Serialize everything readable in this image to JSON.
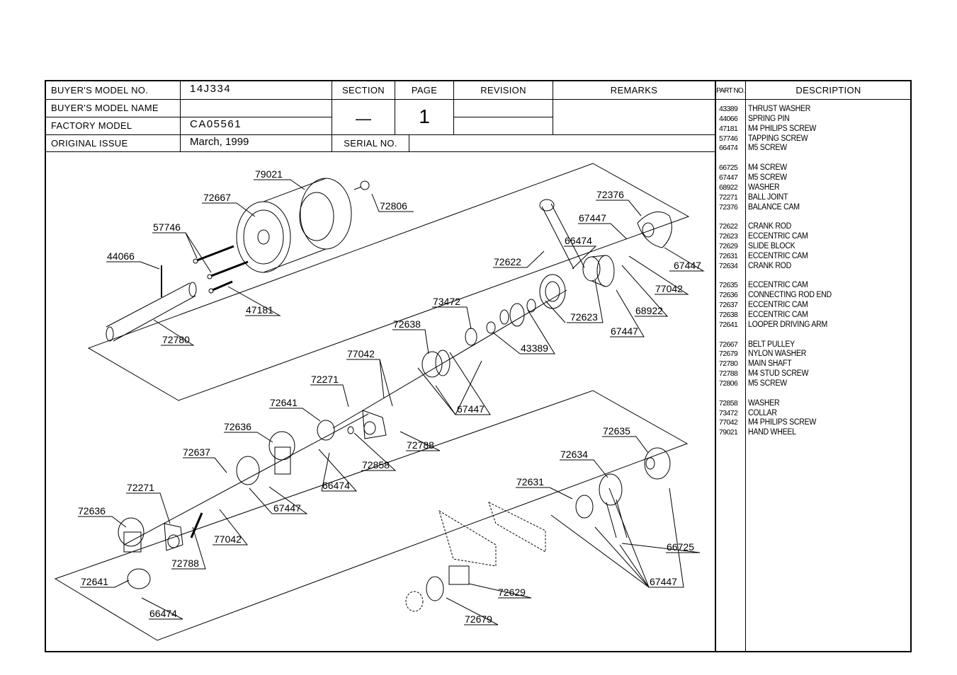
{
  "header": {
    "buyers_model_no_label": "BUYER'S MODEL NO.",
    "buyers_model_no_value": "14J334",
    "buyers_model_name_label": "BUYER'S MODEL NAME",
    "buyers_model_name_value": "",
    "factory_model_label": "FACTORY MODEL",
    "factory_model_value": "CA05561",
    "original_issue_label": "ORIGINAL ISSUE",
    "original_issue_value": "March, 1999",
    "section_label": "SECTION",
    "section_value": "—",
    "page_label": "PAGE",
    "page_value": "1",
    "revision_label": "REVISION",
    "remarks_label": "REMARKS",
    "serial_no_label": "SERIAL NO.",
    "part_no_label": "PART NO.",
    "description_label": "DESCRIPTION"
  },
  "parts": [
    {
      "no": "43389",
      "desc": "THRUST WASHER"
    },
    {
      "no": "44066",
      "desc": "SPRING PIN"
    },
    {
      "no": "47181",
      "desc": "M4 PHILIPS SCREW"
    },
    {
      "no": "57746",
      "desc": "TAPPING SCREW"
    },
    {
      "no": "66474",
      "desc": "M5 SCREW"
    },
    {
      "no": "66725",
      "desc": "M4 SCREW"
    },
    {
      "no": "67447",
      "desc": "M5 SCREW"
    },
    {
      "no": "68922",
      "desc": "WASHER"
    },
    {
      "no": "72271",
      "desc": "BALL JOINT"
    },
    {
      "no": "72376",
      "desc": "BALANCE CAM"
    },
    {
      "no": "72622",
      "desc": "CRANK ROD"
    },
    {
      "no": "72623",
      "desc": "ECCENTRIC CAM"
    },
    {
      "no": "72629",
      "desc": "SLIDE BLOCK"
    },
    {
      "no": "72631",
      "desc": "ECCENTRIC CAM"
    },
    {
      "no": "72634",
      "desc": "CRANK ROD"
    },
    {
      "no": "72635",
      "desc": "ECCENTRIC CAM"
    },
    {
      "no": "72636",
      "desc": "CONNECTING ROD END"
    },
    {
      "no": "72637",
      "desc": "ECCENTRIC CAM"
    },
    {
      "no": "72638",
      "desc": "ECCENTRIC CAM"
    },
    {
      "no": "72641",
      "desc": "LOOPER DRIVING ARM"
    },
    {
      "no": "72667",
      "desc": "BELT PULLEY"
    },
    {
      "no": "72679",
      "desc": "NYLON WASHER"
    },
    {
      "no": "72780",
      "desc": "MAIN SHAFT"
    },
    {
      "no": "72788",
      "desc": "M4 STUD SCREW"
    },
    {
      "no": "72806",
      "desc": "M5 SCREW"
    },
    {
      "no": "72858",
      "desc": "WASHER"
    },
    {
      "no": "73472",
      "desc": "COLLAR"
    },
    {
      "no": "77042",
      "desc": "M4 PHILIPS SCREW"
    },
    {
      "no": "79021",
      "desc": "HAND WHEEL"
    }
  ],
  "callouts": {
    "c79021": "79021",
    "c72667": "72667",
    "c72806": "72806",
    "c57746": "57746",
    "c44066": "44066",
    "c47181": "47181",
    "c72780": "72780",
    "c72376": "72376",
    "c67447a": "67447",
    "c66474a": "66474",
    "c67447b": "67447",
    "c72622": "72622",
    "c77042a": "77042",
    "c68922": "68922",
    "c72623": "72623",
    "c67447c": "67447",
    "c73472": "73472",
    "c43389": "43389",
    "c72638": "72638",
    "c77042b": "77042",
    "c67447d": "67447",
    "c72271a": "72271",
    "c72641a": "72641",
    "c72636a": "72636",
    "c72788a": "72788",
    "c72858": "72858",
    "c72637": "72637",
    "c66474b": "66474",
    "c67447e": "67447",
    "c72271b": "72271",
    "c72636b": "72636",
    "c77042c": "77042",
    "c72788b": "72788",
    "c72641b": "72641",
    "c66474c": "66474",
    "c72635": "72635",
    "c72634": "72634",
    "c72631": "72631",
    "c66725": "66725",
    "c67447f": "67447",
    "c72629": "72629",
    "c72679": "72679"
  }
}
